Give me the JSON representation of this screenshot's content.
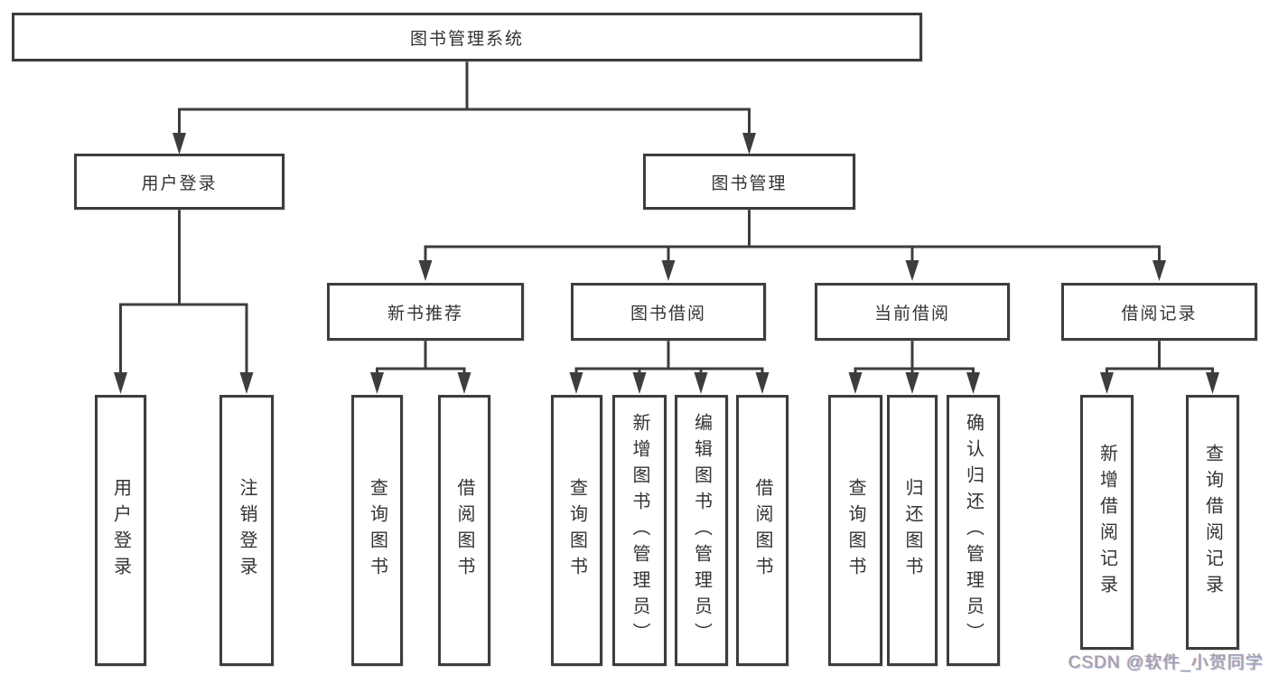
{
  "tree": {
    "label": "图书管理系统",
    "children": [
      {
        "label": "用户登录",
        "children": [
          {
            "label": "用户登录"
          },
          {
            "label": "注销登录"
          }
        ]
      },
      {
        "label": "图书管理",
        "children": [
          {
            "label": "新书推荐",
            "children": [
              {
                "label": "查询图书"
              },
              {
                "label": "借阅图书"
              }
            ]
          },
          {
            "label": "图书借阅",
            "children": [
              {
                "label": "查询图书"
              },
              {
                "label": "新增图书（管理员）"
              },
              {
                "label": "编辑图书（管理员）"
              },
              {
                "label": "借阅图书"
              }
            ]
          },
          {
            "label": "当前借阅",
            "children": [
              {
                "label": "查询图书"
              },
              {
                "label": "归还图书"
              },
              {
                "label": "确认归还（管理员）"
              }
            ]
          },
          {
            "label": "借阅记录",
            "children": [
              {
                "label": "新增借阅记录"
              },
              {
                "label": "查询借阅记录"
              }
            ]
          }
        ]
      }
    ]
  },
  "watermark": "CSDN @软件_小贺同学",
  "colors": {
    "line": "#3d3d3d",
    "box_border": "#3d3d3d",
    "box_fill": "#ffffff",
    "text": "#333333",
    "watermark": "#9aa2ac",
    "background": "#ffffff"
  }
}
